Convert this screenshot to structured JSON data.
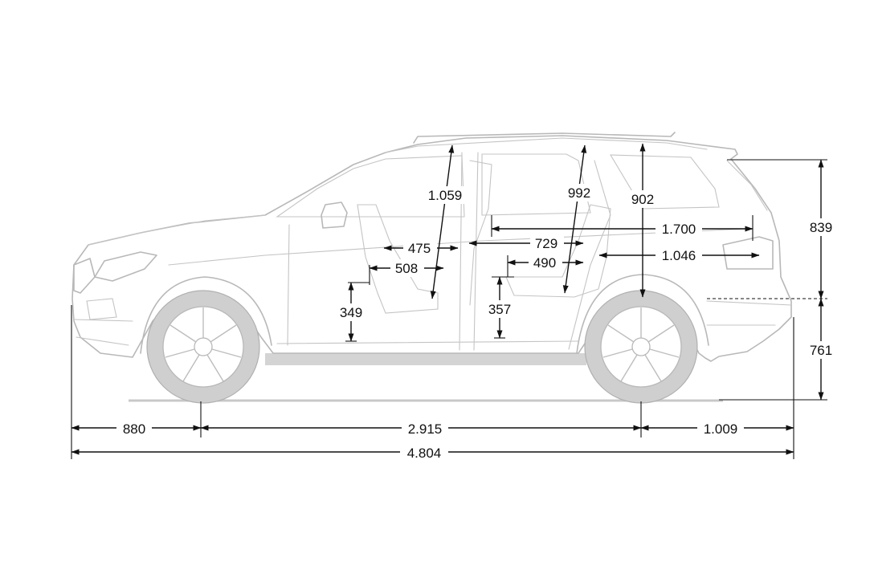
{
  "dimensions": {
    "front_overhang": "880",
    "wheelbase": "2.915",
    "rear_overhang": "1.009",
    "overall_length": "4.804",
    "upper_height": "839",
    "lower_height": "761",
    "front_headroom": "1.059",
    "rear_headroom": "992",
    "cargo_height": "902",
    "cargo_length_upper": "1.700",
    "cargo_length_lower": "1.046",
    "front_seat_depth_upper": "475",
    "front_seat_depth_lower": "508",
    "rear_legroom_upper": "729",
    "rear_legroom_lower": "490",
    "front_seat_height": "349",
    "rear_seat_height": "357"
  },
  "colors": {
    "dimension_lines": "#111111",
    "vehicle_outline": "#b8b8b8",
    "tires": "#cfcfcf",
    "background": "#ffffff"
  }
}
